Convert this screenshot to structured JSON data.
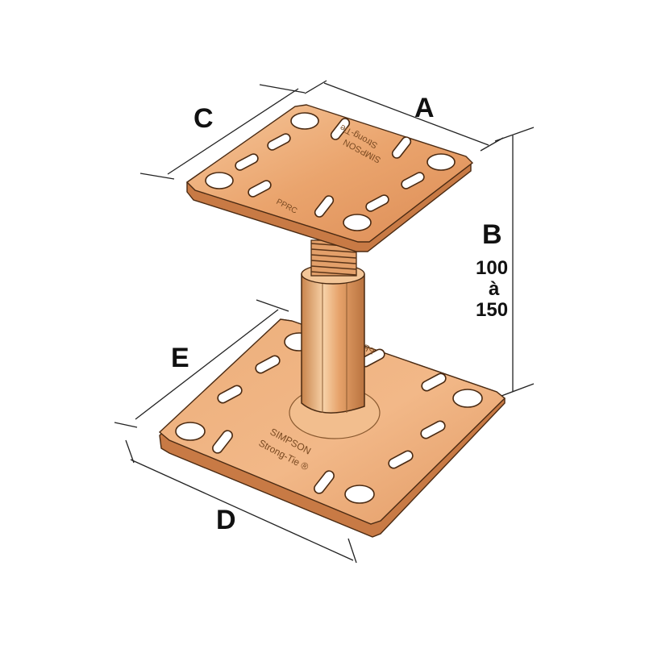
{
  "labels": {
    "A": "A",
    "B": "B",
    "C": "C",
    "D": "D",
    "E": "E",
    "range_min": "100",
    "range_word": "à",
    "range_max": "150"
  },
  "stamps": {
    "top_brand_line1": "SIMPSON",
    "top_brand_line2": "Strong-Tie",
    "top_model": "PPRC",
    "base_model": "PPRC",
    "base_brand_line1": "SIMPSON",
    "base_brand_line2": "Strong-Tie ®"
  },
  "colors": {
    "plate": "#e9a06a",
    "plate_light": "#f6c79b",
    "plate_dark": "#c87a45",
    "outline": "#4a2a12",
    "hole": "#ffffff",
    "dimension_line": "#222222"
  }
}
